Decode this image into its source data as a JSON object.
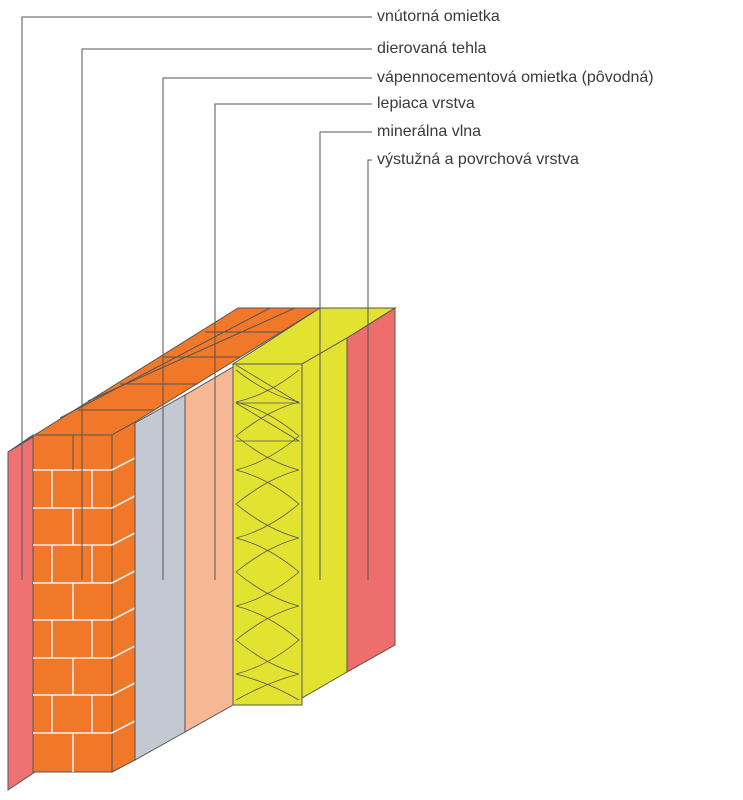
{
  "labels": [
    "vnútorná omietka",
    "dierovaná tehla",
    "vápennocementová omietka (pôvodná)",
    "lepiaca vrstva",
    "minerálna vlna",
    "výstužná a povrchová vrstva"
  ],
  "colors": {
    "inner_plaster": "#ee7272",
    "brick": "#f07828",
    "lime_cement_plaster": "#c4c8d2",
    "adhesive": "#f6b894",
    "mineral_wool": "#e2e330",
    "outer_layer": "#ee6e6e"
  }
}
